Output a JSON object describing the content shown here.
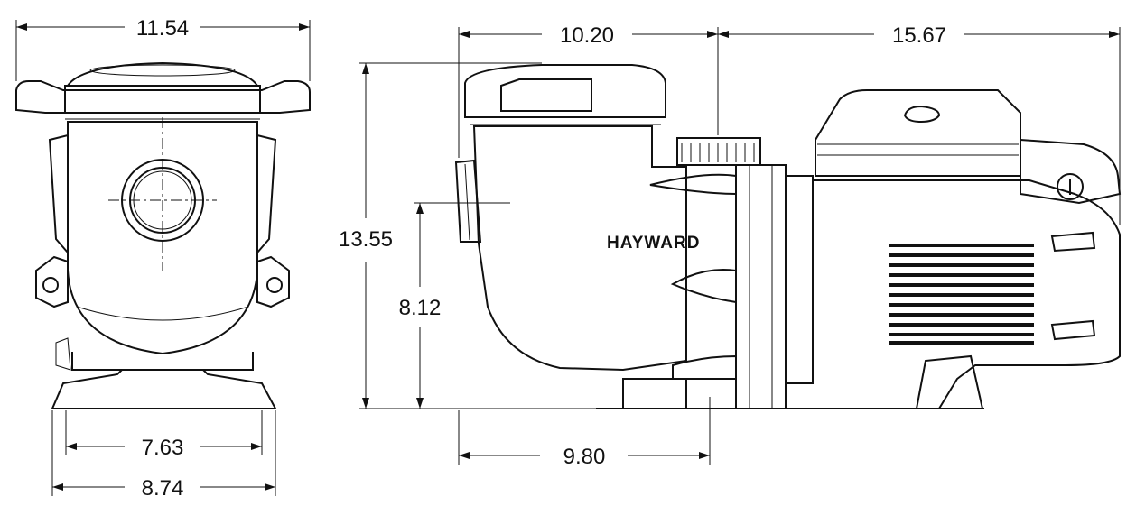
{
  "drawing": {
    "brand_logo": "HAYWARD",
    "dimensions": {
      "front_overall_width": "11.54",
      "side_strainer_length": "10.20",
      "side_motor_length": "15.67",
      "overall_height": "13.55",
      "inlet_height": "8.12",
      "base_inner_width": "7.63",
      "base_outer_width": "8.74",
      "base_length": "9.80"
    }
  }
}
